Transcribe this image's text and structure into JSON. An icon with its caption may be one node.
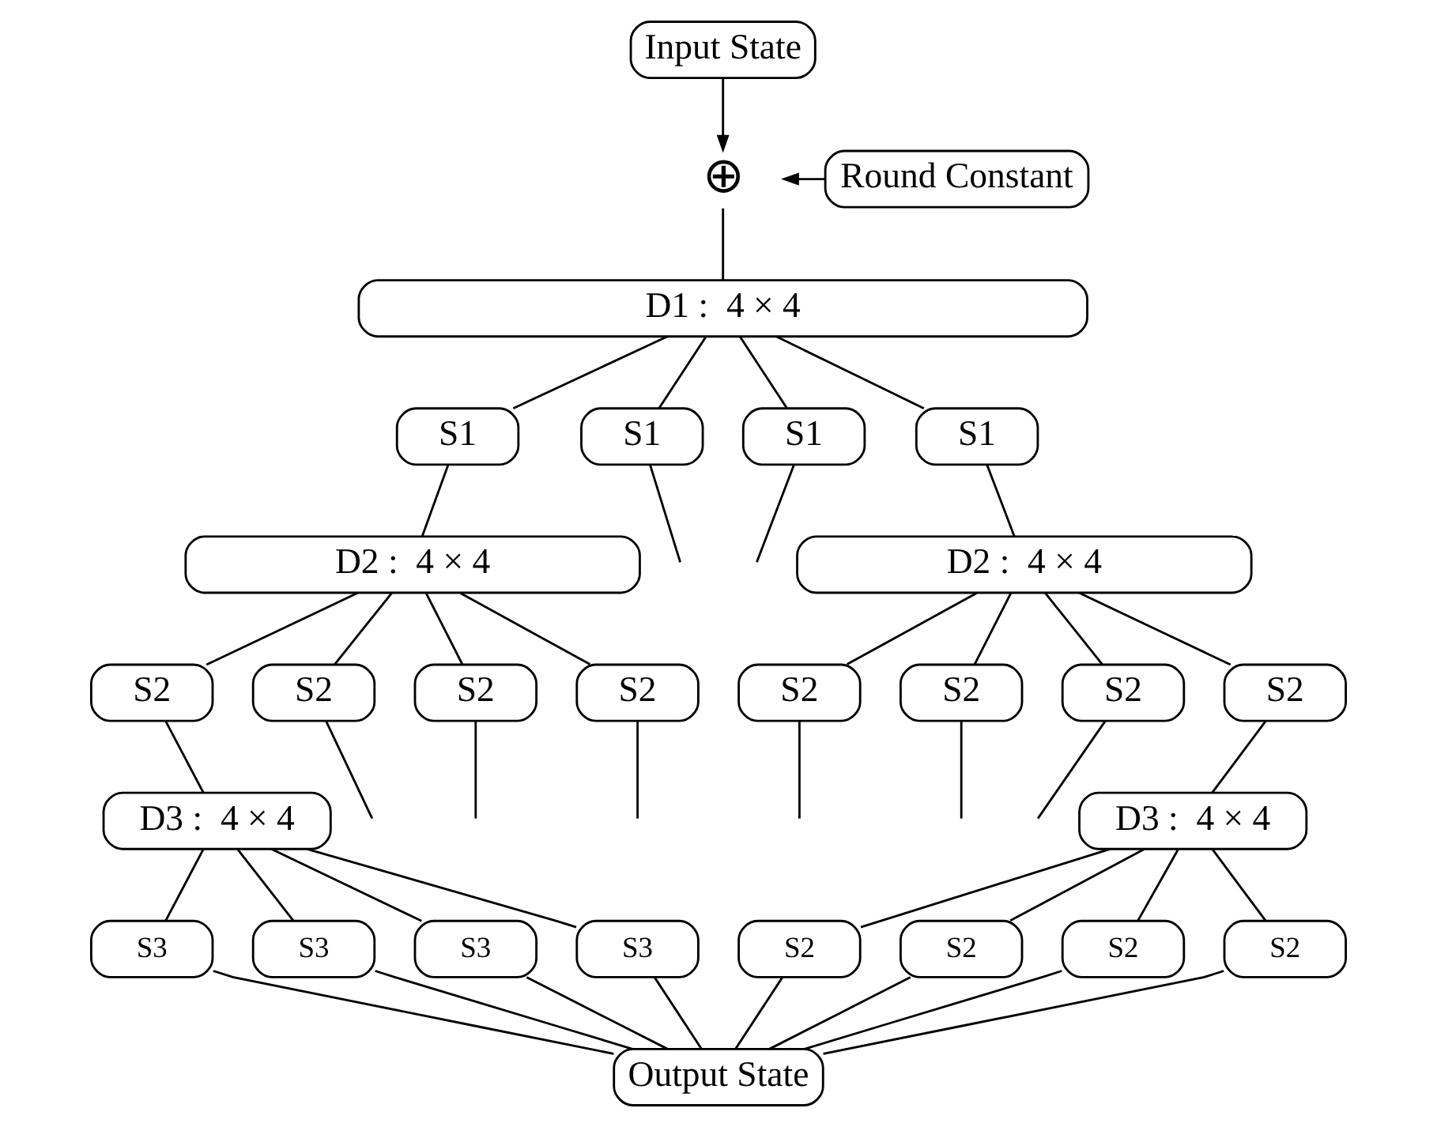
{
  "diagram": {
    "nodes": [
      {
        "text": [
          "Input State"
        ]
      },
      {
        "text": [
          "⊕"
        ]
      },
      {
        "text": [
          "Round Constant"
        ]
      },
      {
        "text": [
          "D1 :  4 × 4"
        ]
      },
      {
        "text": [
          "S1"
        ]
      },
      {
        "text": [
          "S1"
        ]
      },
      {
        "text": [
          "S1"
        ]
      },
      {
        "text": [
          "S1"
        ]
      },
      {
        "text": [
          "D2 :  4 × 4"
        ]
      },
      {
        "text": [
          "D2 :  4 × 4"
        ]
      },
      {
        "text": [
          "S2"
        ]
      },
      {
        "text": [
          "S2"
        ]
      },
      {
        "text": [
          "S2"
        ]
      },
      {
        "text": [
          "S2"
        ]
      },
      {
        "text": [
          "S2"
        ]
      },
      {
        "text": [
          "S2"
        ]
      },
      {
        "text": [
          "S2"
        ]
      },
      {
        "text": [
          "S2"
        ]
      },
      {
        "text": [
          "D3 :  4 × 4"
        ]
      },
      {
        "text": [
          "D3 :  4 × 4"
        ]
      },
      {
        "text": [
          "S3"
        ]
      },
      {
        "text": [
          "S3"
        ]
      },
      {
        "text": [
          "S3"
        ]
      },
      {
        "text": [
          "S3"
        ]
      },
      {
        "text": [
          "S2"
        ]
      },
      {
        "text": [
          "S2"
        ]
      },
      {
        "text": [
          "S2"
        ]
      },
      {
        "text": [
          "S2"
        ]
      },
      {
        "text": [
          "Output State"
        ]
      }
    ],
    "edges": [
      {
        "from": 0,
        "to": 1,
        "arrow": "to"
      },
      {
        "from": 2,
        "to": 1,
        "arrow": "to"
      },
      {
        "from": 1,
        "to": 3,
        "arrow": "none"
      },
      {
        "from": 3,
        "to": 4,
        "arrow": "none"
      },
      {
        "from": 3,
        "to": 5,
        "arrow": "none"
      },
      {
        "from": 3,
        "to": 6,
        "arrow": "none"
      },
      {
        "from": 3,
        "to": 7,
        "arrow": "none"
      },
      {
        "from": 5,
        "to": null,
        "arrow": "none"
      },
      {
        "from": 6,
        "to": null,
        "arrow": "none"
      },
      {
        "from": 4,
        "to": 8,
        "arrow": "none"
      },
      {
        "from": 7,
        "to": 9,
        "arrow": "none"
      },
      {
        "from": 8,
        "to": 10,
        "arrow": "none"
      },
      {
        "from": 8,
        "to": 11,
        "arrow": "none"
      },
      {
        "from": 8,
        "to": 12,
        "arrow": "none"
      },
      {
        "from": 8,
        "to": 13,
        "arrow": "none"
      },
      {
        "from": 9,
        "to": 14,
        "arrow": "none"
      },
      {
        "from": 9,
        "to": 15,
        "arrow": "none"
      },
      {
        "from": 9,
        "to": 16,
        "arrow": "none"
      },
      {
        "from": 9,
        "to": 17,
        "arrow": "none"
      },
      {
        "from": 11,
        "to": null,
        "arrow": "none"
      },
      {
        "from": 12,
        "to": null,
        "arrow": "none"
      },
      {
        "from": 13,
        "to": null,
        "arrow": "none"
      },
      {
        "from": 14,
        "to": null,
        "arrow": "none"
      },
      {
        "from": 15,
        "to": null,
        "arrow": "none"
      },
      {
        "from": 16,
        "to": null,
        "arrow": "none"
      },
      {
        "from": 10,
        "to": 18,
        "arrow": "none"
      },
      {
        "from": 17,
        "to": 19,
        "arrow": "none"
      },
      {
        "from": 18,
        "to": 20,
        "arrow": "none"
      },
      {
        "from": 18,
        "to": 21,
        "arrow": "none"
      },
      {
        "from": 18,
        "to": 22,
        "arrow": "none"
      },
      {
        "from": 18,
        "to": 23,
        "arrow": "none"
      },
      {
        "from": 19,
        "to": 24,
        "arrow": "none"
      },
      {
        "from": 19,
        "to": 25,
        "arrow": "none"
      },
      {
        "from": 19,
        "to": 26,
        "arrow": "none"
      },
      {
        "from": 19,
        "to": 27,
        "arrow": "none"
      },
      {
        "from": 20,
        "to": 28,
        "arrow": "none"
      },
      {
        "from": 21,
        "to": 28,
        "arrow": "none"
      },
      {
        "from": 22,
        "to": 28,
        "arrow": "none"
      },
      {
        "from": 23,
        "to": 28,
        "arrow": "none"
      },
      {
        "from": 24,
        "to": 28,
        "arrow": "none"
      },
      {
        "from": 25,
        "to": 28,
        "arrow": "none"
      },
      {
        "from": 26,
        "to": 28,
        "arrow": "none"
      },
      {
        "from": 27,
        "to": 28,
        "arrow": "none"
      }
    ]
  }
}
